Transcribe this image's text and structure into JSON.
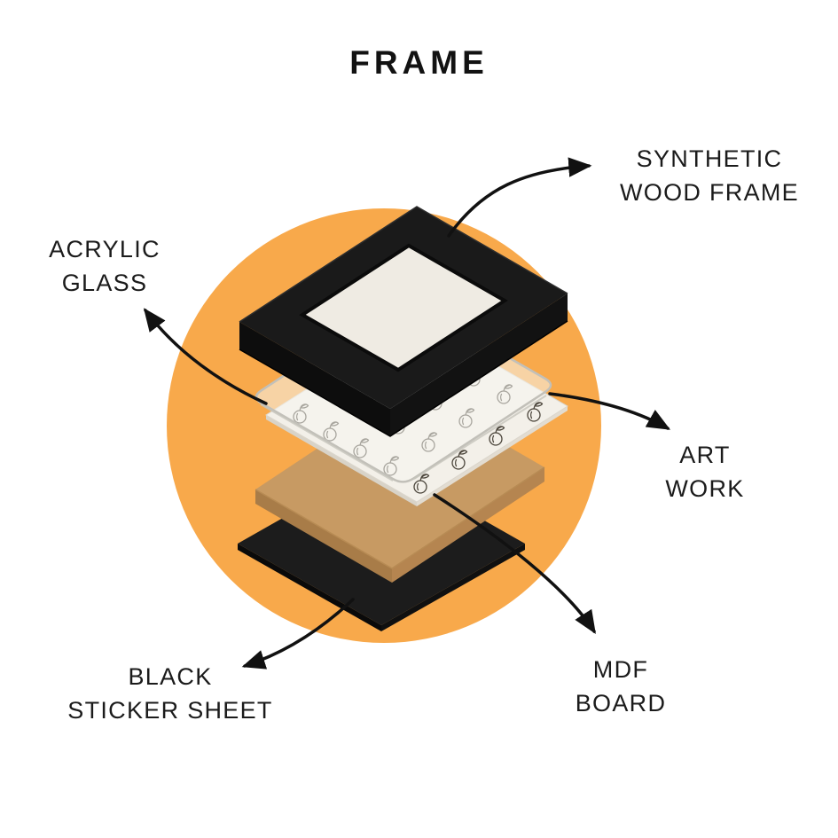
{
  "title": "FRAME",
  "colors": {
    "background": "#FFFFFF",
    "circle": "#F8A94B",
    "frame_black": "#1A1A1A",
    "frame_side_left": "#0D0D0D",
    "frame_side_right": "#121212",
    "mat_white": "#EFEBE3",
    "glass_fill": "#F5F5F1",
    "glass_stroke": "#C2C0B9",
    "art_cream": "#F3F0E9",
    "art_side": "#D8D3C8",
    "pattern_ink": "#4A443A",
    "mdf_tan": "#C79A63",
    "mdf_side_left": "#A87C48",
    "mdf_side_right": "#B58550",
    "sticker_black": "#1C1C1C",
    "arrow_ink": "#111111",
    "label_ink": "#1B1B1B"
  },
  "callouts": {
    "synthetic_wood_frame": {
      "line1": "SYNTHETIC",
      "line2": "WOOD FRAME"
    },
    "acrylic_glass": {
      "line1": "ACRYLIC",
      "line2": "GLASS"
    },
    "art_work": {
      "line1": "ART",
      "line2": "WORK"
    },
    "mdf_board": {
      "line1": "MDF",
      "line2": "BOARD"
    },
    "black_sticker_sheet": {
      "line1": "BLACK",
      "line2": "STICKER SHEET"
    }
  }
}
